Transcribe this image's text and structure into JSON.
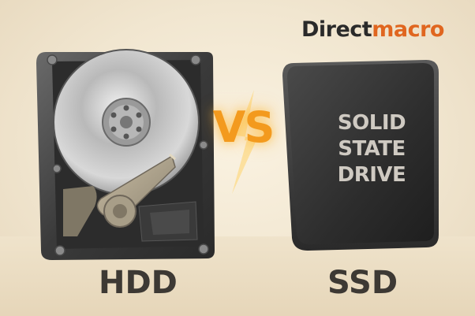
{
  "brand": {
    "part1": "Direct",
    "part2": "macro"
  },
  "vs_text": "VS",
  "hdd_label": "HDD",
  "ssd_label": "SSD",
  "ssd_print": {
    "line1": "SOLID",
    "line2": "STATE",
    "line3": "DRIVE"
  },
  "colors": {
    "brand_dark": "#2a2a2a",
    "brand_accent": "#e0661f",
    "vs_orange": "#f39a1e",
    "background": "#f3e8d3"
  }
}
